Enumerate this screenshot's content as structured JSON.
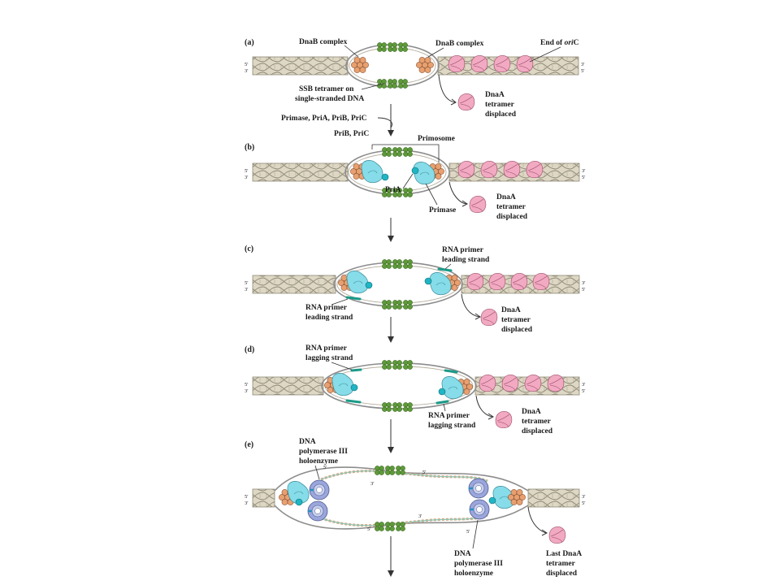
{
  "panels": [
    {
      "id": "a",
      "label": "(a)"
    },
    {
      "id": "b",
      "label": "(b)"
    },
    {
      "id": "c",
      "label": "(c)"
    },
    {
      "id": "d",
      "label": "(d)"
    },
    {
      "id": "e",
      "label": "(e)"
    }
  ],
  "strand_ends": {
    "five_prime": "5'",
    "three_prime": "3'"
  },
  "labels": {
    "a_dnab_left": "DnaB complex",
    "a_dnab_right": "DnaB complex",
    "a_end_oric_prefix": "End of ",
    "a_end_oric_italic": "ori",
    "a_end_oric_suffix": "C",
    "a_ssb_line1": "SSB tetramer on",
    "a_ssb_line2": "single-stranded DNA",
    "a_dnaa_line1": "DnaA",
    "a_dnaa_line2": "tetramer",
    "a_dnaa_line3": "displaced",
    "step_ab_line1": "Primase, PriA, PriB, PriC",
    "step_ab_line2": "PriB, PriC",
    "b_primosome": "Primosome",
    "b_pria": "PriA",
    "b_primase": "Primase",
    "b_dnaa_line1": "DnaA",
    "b_dnaa_line2": "tetramer",
    "b_dnaa_line3": "displaced",
    "c_primer_top_line1": "RNA primer",
    "c_primer_top_line2": "leading strand",
    "c_primer_bottom_line1": "RNA primer",
    "c_primer_bottom_line2": "leading strand",
    "c_dnaa_line1": "DnaA",
    "c_dnaa_line2": "tetramer",
    "c_dnaa_line3": "displaced",
    "d_primer_top_line1": "RNA primer",
    "d_primer_top_line2": "lagging strand",
    "d_primer_bottom_line1": "RNA primer",
    "d_primer_bottom_line2": "lagging strand",
    "d_dnaa_line1": "DnaA",
    "d_dnaa_line2": "tetramer",
    "d_dnaa_line3": "displaced",
    "e_pol_top_line1": "DNA",
    "e_pol_top_line2": "polymerase III",
    "e_pol_top_line3": "holoenzyme",
    "e_pol_bottom_line1": "DNA",
    "e_pol_bottom_line2": "polymerase III",
    "e_pol_bottom_line3": "holoenzyme",
    "e_last_line1": "Last DnaA",
    "e_last_line2": "tetramer",
    "e_last_line3": "displaced"
  },
  "colors": {
    "dnab": "#e8a070",
    "ssb": "#5e9a3a",
    "dnaa": "#f2a9c2",
    "primase": "#86dce8",
    "pria": "#1fb5c4",
    "primer": "#1b9a88",
    "polymerase": "#9aa6dc",
    "helix": "#ddd7c4"
  }
}
